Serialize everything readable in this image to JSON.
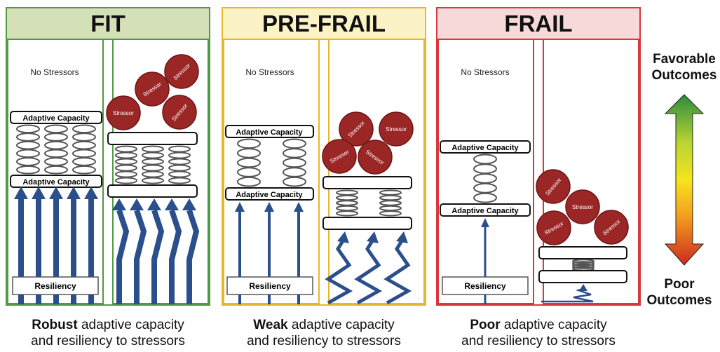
{
  "panels": [
    {
      "title": "FIT",
      "no_stressors": "No Stressors",
      "adaptive_top": "Adaptive Capacity",
      "adaptive_bottom": "Adaptive Capacity",
      "resiliency": "Resiliency",
      "stressor": "Stressor",
      "caption_bold": "Robust",
      "caption_rest": " adaptive capacity",
      "caption_line2": "and resiliency to stressors",
      "border_color": "#4f9a42",
      "header_color": "#d4e0b8"
    },
    {
      "title": "PRE-FRAIL",
      "no_stressors": "No Stressors",
      "adaptive_top": "Adaptive Capacity",
      "adaptive_bottom": "Adaptive Capacity",
      "resiliency": "Resiliency",
      "stressor": "Stressor",
      "caption_bold": "Weak",
      "caption_rest": " adaptive capacity",
      "caption_line2": "and resiliency to stressors",
      "border_color": "#e8b62a",
      "header_color": "#fbf2c6"
    },
    {
      "title": "FRAIL",
      "no_stressors": "No Stressors",
      "adaptive_top": "Adaptive Capacity",
      "adaptive_bottom": "Adaptive Capacity",
      "resiliency": "Resiliency",
      "stressor": "Stressor",
      "caption_bold": "Poor",
      "caption_rest": " adaptive capacity",
      "caption_line2": "and resiliency to stressors",
      "border_color": "#d9363e",
      "header_color": "#f7d9da"
    }
  ],
  "scale": {
    "top_line1": "Favorable",
    "top_line2": "Outcomes",
    "bottom_line1": "Poor",
    "bottom_line2": "Outcomes",
    "colors": [
      "#2e8b3e",
      "#b8d432",
      "#f6e41c",
      "#f39c1e",
      "#cc2a1f"
    ]
  },
  "colors": {
    "arrow": "#2b4f8a",
    "stressor_fill": "#9b2626",
    "stressor_stroke": "#6e1515",
    "spring": "#555555"
  }
}
